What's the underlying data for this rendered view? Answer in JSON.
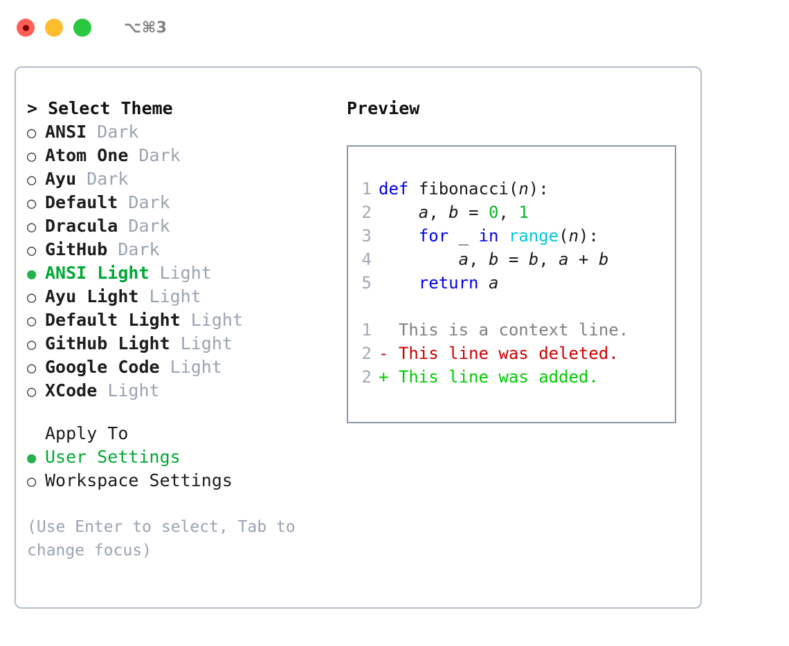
{
  "titlebar": {
    "buttons": [
      {
        "name": "close",
        "color": "#ff5f57"
      },
      {
        "name": "minimize",
        "color": "#ffbd2e"
      },
      {
        "name": "maximize",
        "color": "#28c840"
      }
    ],
    "shortcut": "⌥⌘3"
  },
  "left": {
    "heading": "> Select Theme",
    "themes": [
      {
        "marker": "○",
        "name": "ANSI",
        "variant": "Dark",
        "selected": false
      },
      {
        "marker": "○",
        "name": "Atom One",
        "variant": "Dark",
        "selected": false
      },
      {
        "marker": "○",
        "name": "Ayu",
        "variant": "Dark",
        "selected": false
      },
      {
        "marker": "○",
        "name": "Default",
        "variant": "Dark",
        "selected": false
      },
      {
        "marker": "○",
        "name": "Dracula",
        "variant": "Dark",
        "selected": false
      },
      {
        "marker": "○",
        "name": "GitHub",
        "variant": "Dark",
        "selected": false
      },
      {
        "marker": "●",
        "name": "ANSI Light",
        "variant": "Light",
        "selected": true
      },
      {
        "marker": "○",
        "name": "Ayu Light",
        "variant": "Light",
        "selected": false
      },
      {
        "marker": "○",
        "name": "Default Light",
        "variant": "Light",
        "selected": false
      },
      {
        "marker": "○",
        "name": "GitHub Light",
        "variant": "Light",
        "selected": false
      },
      {
        "marker": "○",
        "name": "Google Code",
        "variant": "Light",
        "selected": false
      },
      {
        "marker": "○",
        "name": "XCode",
        "variant": "Light",
        "selected": false
      }
    ],
    "apply_to": {
      "title": "Apply To",
      "options": [
        {
          "marker": "●",
          "label": "User Settings",
          "selected": true
        },
        {
          "marker": "○",
          "label": "Workspace Settings",
          "selected": false
        }
      ]
    },
    "hint": "(Use Enter to select, Tab to change focus)"
  },
  "right": {
    "heading": "Preview",
    "code_lines": [
      {
        "num": "1",
        "tokens": [
          {
            "t": "def",
            "c": "kw"
          },
          {
            "t": " ",
            "c": "pl"
          },
          {
            "t": "fibonacci(",
            "c": "pl"
          },
          {
            "t": "n",
            "c": "var"
          },
          {
            "t": "):",
            "c": "pl"
          }
        ]
      },
      {
        "num": "2",
        "tokens": [
          {
            "t": "    ",
            "c": "pl"
          },
          {
            "t": "a",
            "c": "var"
          },
          {
            "t": ", ",
            "c": "pl"
          },
          {
            "t": "b",
            "c": "var"
          },
          {
            "t": " = ",
            "c": "pl"
          },
          {
            "t": "0",
            "c": "num"
          },
          {
            "t": ", ",
            "c": "pl"
          },
          {
            "t": "1",
            "c": "num"
          }
        ]
      },
      {
        "num": "3",
        "tokens": [
          {
            "t": "    ",
            "c": "pl"
          },
          {
            "t": "for",
            "c": "kw"
          },
          {
            "t": " _ ",
            "c": "pl"
          },
          {
            "t": "in",
            "c": "kw"
          },
          {
            "t": " ",
            "c": "pl"
          },
          {
            "t": "range",
            "c": "bi"
          },
          {
            "t": "(",
            "c": "pl"
          },
          {
            "t": "n",
            "c": "var"
          },
          {
            "t": "):",
            "c": "pl"
          }
        ]
      },
      {
        "num": "4",
        "tokens": [
          {
            "t": "        ",
            "c": "pl"
          },
          {
            "t": "a",
            "c": "var"
          },
          {
            "t": ", ",
            "c": "pl"
          },
          {
            "t": "b",
            "c": "var"
          },
          {
            "t": " = ",
            "c": "pl"
          },
          {
            "t": "b",
            "c": "var"
          },
          {
            "t": ", ",
            "c": "pl"
          },
          {
            "t": "a",
            "c": "var"
          },
          {
            "t": " + ",
            "c": "pl"
          },
          {
            "t": "b",
            "c": "var"
          }
        ]
      },
      {
        "num": "5",
        "tokens": [
          {
            "t": "    ",
            "c": "pl"
          },
          {
            "t": "return",
            "c": "kw"
          },
          {
            "t": " ",
            "c": "pl"
          },
          {
            "t": "a",
            "c": "var"
          }
        ]
      }
    ],
    "diff_lines": [
      {
        "num": "1",
        "tokens": [
          {
            "t": "  This is a context line.",
            "c": "ctx"
          }
        ]
      },
      {
        "num": "2",
        "tokens": [
          {
            "t": "- This line was deleted.",
            "c": "del"
          }
        ]
      },
      {
        "num": "2",
        "tokens": [
          {
            "t": "+ This line was added.",
            "c": "add"
          }
        ]
      }
    ]
  },
  "colors": {
    "accent_green": "#00a832",
    "muted": "#9aa3b2",
    "keyword": "#0000ee",
    "builtin": "#00c8d7",
    "number": "#00bb22",
    "diff_deleted": "#cc0000",
    "diff_added": "#00cc00",
    "panel_border": "#8b96a8",
    "window_border": "#b4bdcc"
  }
}
